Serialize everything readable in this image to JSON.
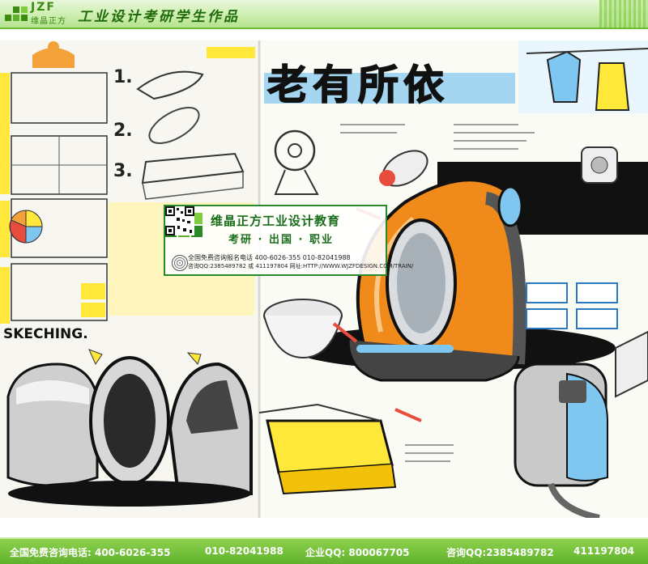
{
  "header": {
    "logo_text": "JZF",
    "logo_sub": "维晶正方",
    "title": "工业设计考研学生作品"
  },
  "artwork": {
    "poster_title": "老有所依",
    "sketch_label": "SKECHING.",
    "step_numbers": [
      "1.",
      "2.",
      "3."
    ]
  },
  "watermark": {
    "title": "维晶正方工业设计教育",
    "tags": "考研 · 出国 · 职业",
    "line1": "全国免费咨询报名电话 400-6026-355 010-82041988",
    "line2": "咨询QQ:2385489782 或 411197804   网址:HTTP://WWW.WJZFDESIGN.COM/TRAIN/"
  },
  "footer": {
    "phone": "全国免费咨询电话: 400-6026-355",
    "phone2": "010-82041988",
    "company_qq": "企业QQ: 800067705",
    "consult_qq": "咨询QQ:2385489782",
    "consult_qq2": "411197804"
  },
  "colors": {
    "brand_green": "#5fb12b",
    "marker_orange": "#f08a1a",
    "marker_yellow": "#ffe83a",
    "marker_blue": "#7fc6f0"
  }
}
